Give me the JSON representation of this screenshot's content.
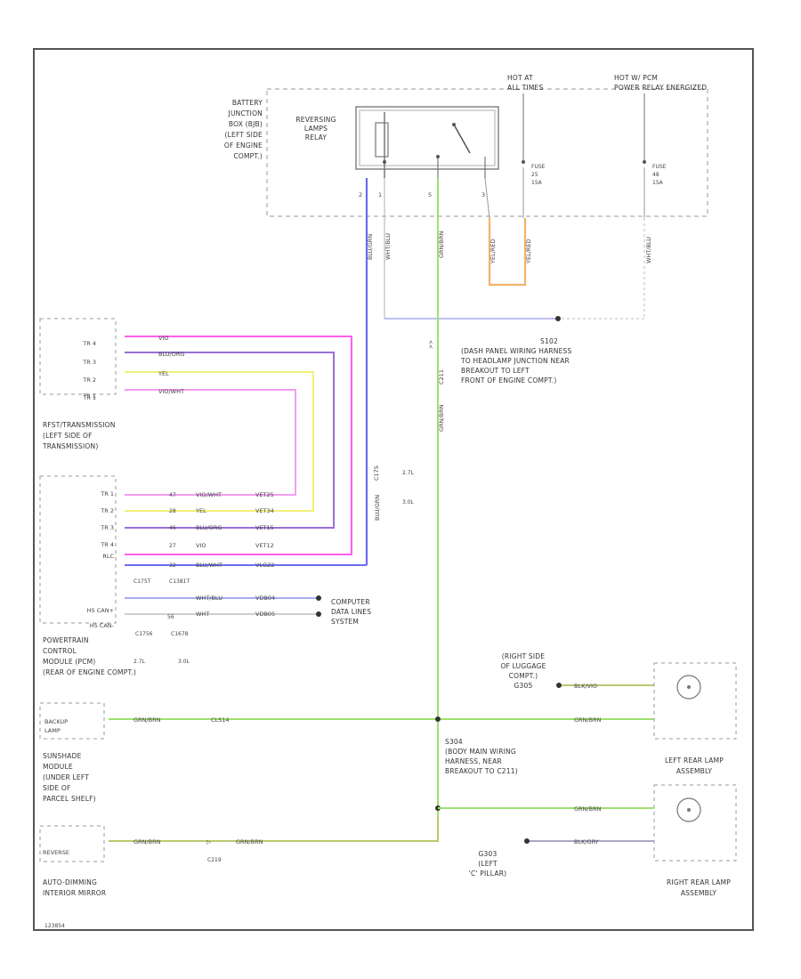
{
  "colors": {
    "blue": "#6b6bf0",
    "green": "#9fe06f",
    "magenta": "#ff5ef0",
    "violet": "#9b6fd6",
    "yellow": "#f3f07a",
    "pink": "#f49ef0",
    "orange": "#f0b36a",
    "lavender": "#a9a9ef",
    "gray": "#cfcfcf",
    "olive": "#b9c96d",
    "frame": "#555555"
  },
  "relay_box": {
    "location": [
      "BATTERY",
      "JUNCTION",
      "BOX (BJB)",
      "(LEFT SIDE",
      "OF ENGINE",
      "COMPT.)"
    ],
    "relay": [
      "REVERSING",
      "LAMPS",
      "RELAY"
    ],
    "pins": [
      "2",
      "1",
      "5",
      "3"
    ]
  },
  "power": {
    "hot_at": [
      "HOT AT",
      "ALL TIMES"
    ],
    "hot_pcm": [
      "HOT W/ PCM",
      "POWER RELAY ENERGIZED"
    ],
    "fuse_a": [
      "FUSE",
      "25",
      "15A"
    ],
    "fuse_b": [
      "FUSE",
      "48",
      "15A"
    ]
  },
  "relay_wires": {
    "w_blu": "BLU/GRN",
    "w_wht": "WHT/BLU",
    "w_grn": "GRN/BRN",
    "w_ylw1": "YEL/RED",
    "w_ylw2": "YEL/RED",
    "w_wht2": "WHT/BLU"
  },
  "splice_s102": [
    "S102",
    "(DASH PANEL WIRING HARNESS",
    "TO HEADLAMP JUNCTION NEAR",
    "BREAKOUT TO LEFT",
    "FRONT OF ENGINE COMPT.)"
  ],
  "c211": "C211",
  "trs": {
    "pins": [
      "TR 4",
      "TR 3",
      "TR 2",
      "TR 1",
      "TR 1"
    ],
    "wires": [
      "VIO",
      "BLU/ORG",
      "YEL",
      "VIO/WHT"
    ],
    "label": [
      "RFST/TRANSMISSION",
      "(LEFT SIDE OF",
      "TRANSMISSION)"
    ]
  },
  "c175": {
    "conn": "C175",
    "a": "2.7L",
    "b": "3.0L"
  },
  "pcm": {
    "pins": [
      "TR 1",
      "TR 2",
      "TR 3",
      "TR 4",
      "RLC",
      "HS CAN+",
      "HS CAN-"
    ],
    "nums": [
      "47",
      "28",
      "46",
      "27",
      "32",
      "",
      "",
      "56"
    ],
    "colors": [
      "VIO/WHT",
      "YEL",
      "BLU/ORG",
      "VIO",
      "BLU/WHT",
      "WHT/BLU",
      "WHT"
    ],
    "circuits": [
      "VET25",
      "VET34",
      "VET15",
      "VET12",
      "VLG22",
      "VDB04",
      "VDB05"
    ],
    "connectors": [
      "C175T",
      "C1381T"
    ],
    "c_left": "C1756",
    "c_right": "C1678",
    "v_left": "2.7L",
    "v_right": "3.0L",
    "label": [
      "POWERTRAIN",
      "CONTROL",
      "MODULE (PCM)",
      "(REAR OF ENGINE COMPT.)"
    ]
  },
  "cdl": [
    "COMPUTER",
    "DATA LINES",
    "SYSTEM"
  ],
  "sunshade": {
    "pin": [
      "BACKUP",
      "LAMP"
    ],
    "wire": "GRN/BRN",
    "circuit": "CLS14",
    "label": [
      "SUNSHADE",
      "MODULE",
      "(UNDER LEFT",
      "SIDE OF",
      "PARCEL SHELF)"
    ]
  },
  "s304": [
    "S304",
    "(BODY MAIN WIRING",
    "HARNESS, NEAR",
    "BREAKOUT TO C211)"
  ],
  "mirror": {
    "pin": "REVERSE",
    "wire_a": "GRN/BRN",
    "conn": "C219",
    "wire_b": "GRN/BRN",
    "label": [
      "AUTO-DIMMING",
      "INTERIOR MIRROR"
    ]
  },
  "g305": {
    "label": [
      "(RIGHT SIDE",
      "OF LUGGAGE",
      "COMPT.)",
      "G305"
    ],
    "wire": "BLK/VIO"
  },
  "left_lamp": {
    "wire": "GRN/BRN",
    "label": [
      "LEFT REAR LAMP",
      "ASSEMBLY"
    ]
  },
  "right_lamp": {
    "wire_top": "GRN/BRN",
    "wire_bot": "BLK/GRY",
    "label": [
      "RIGHT REAR LAMP",
      "ASSEMBLY"
    ]
  },
  "g303": [
    "G303",
    "(LEFT",
    "'C' PILLAR)"
  ],
  "footer": "123854"
}
